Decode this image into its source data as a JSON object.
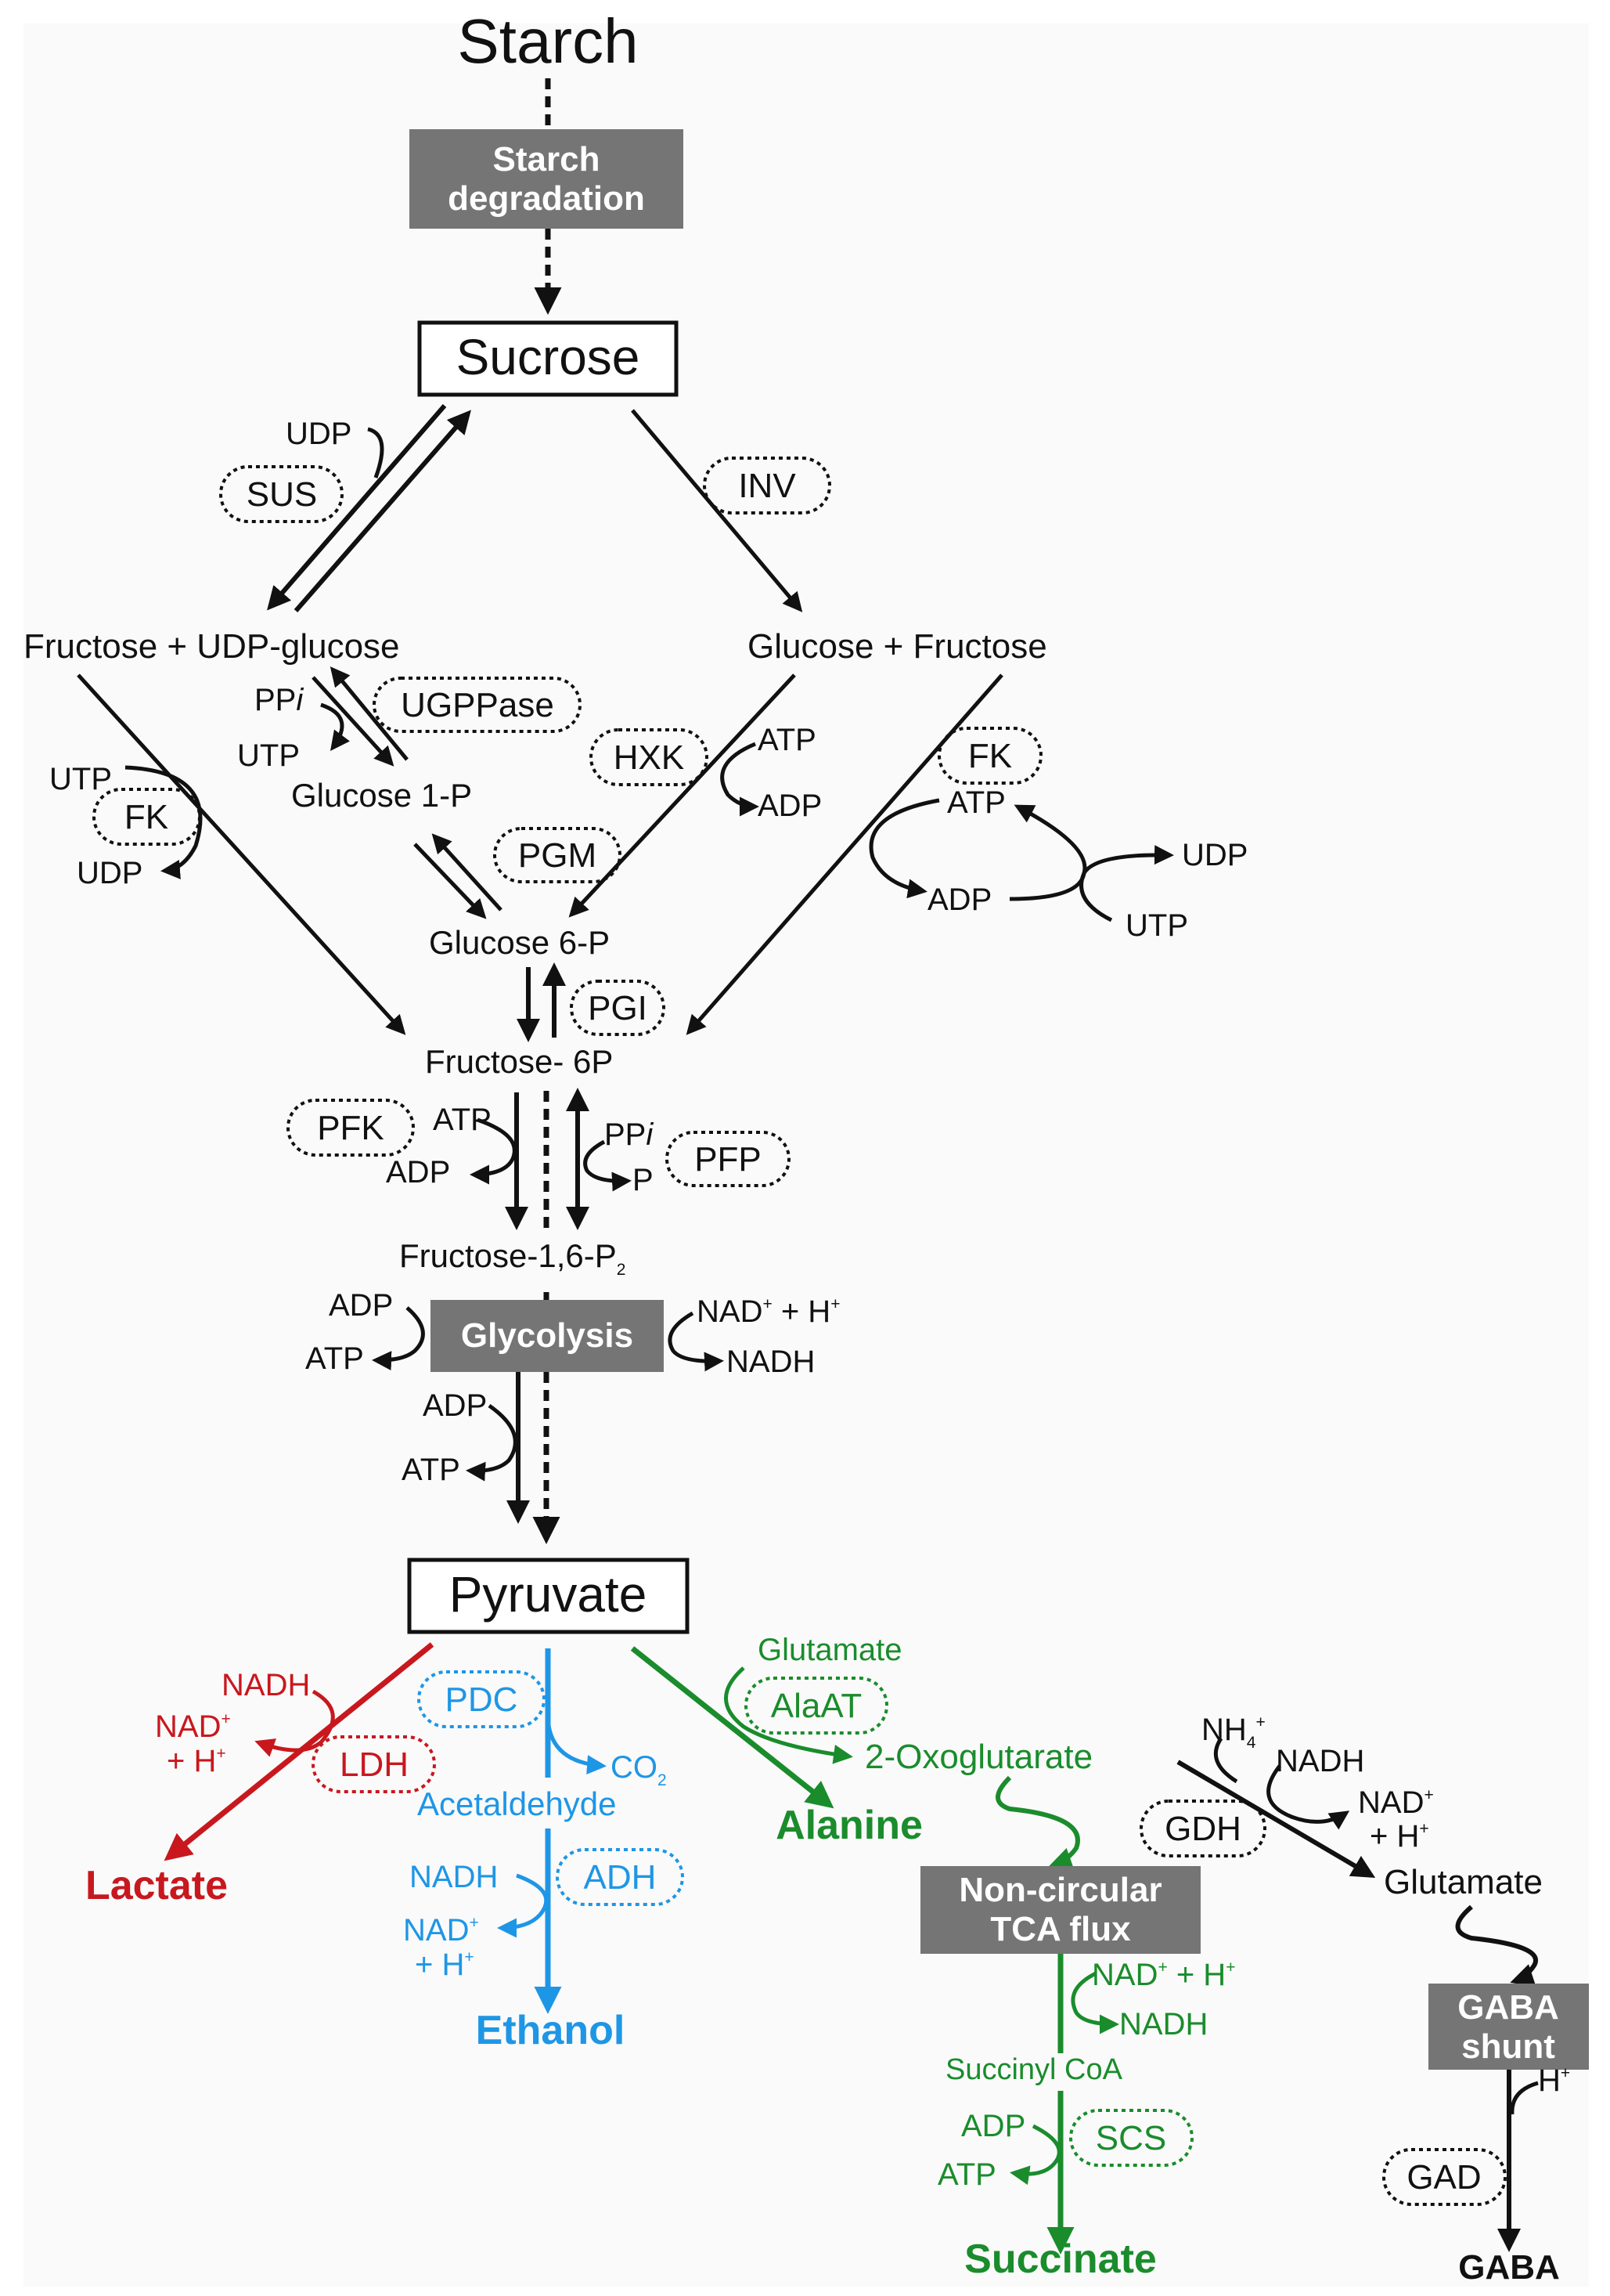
{
  "colors": {
    "black": "#111111",
    "gray_box": "#757575",
    "red": "#c8181e",
    "blue": "#1e96e6",
    "green": "#1a8c2c",
    "background": "#fafafa"
  },
  "metabolites": {
    "starch": "Starch",
    "sucrose": "Sucrose",
    "fructose_udp_glucose": "Fructose + UDP-glucose",
    "glucose_fructose": "Glucose + Fructose",
    "glucose_1p": "Glucose 1-P",
    "glucose_6p": "Glucose 6-P",
    "fructose_6p": "Fructose- 6P",
    "fructose_16p2": "Fructose-1,6-P",
    "fructose_16p2_sub": "2",
    "pyruvate": "Pyruvate",
    "lactate": "Lactate",
    "acetaldehyde": "Acetaldehyde",
    "ethanol": "Ethanol",
    "alanine": "Alanine",
    "oxoglutarate": "2-Oxoglutarate",
    "glutamate_green": "Glutamate",
    "succinyl_coa": "Succinyl CoA",
    "succinate": "Succinate",
    "glutamate": "Glutamate",
    "gaba": "GABA"
  },
  "process_boxes": {
    "starch_degradation": [
      "Starch",
      "degradation"
    ],
    "glycolysis": "Glycolysis",
    "tca": [
      "Non-circular",
      "TCA flux"
    ],
    "gaba_shunt": [
      "GABA",
      "shunt"
    ]
  },
  "enzymes": {
    "sus": "SUS",
    "inv": "INV",
    "ugppase": "UGPPase",
    "hxk": "HXK",
    "fk_left": "FK",
    "fk_right": "FK",
    "pgm": "PGM",
    "pgi": "PGI",
    "pfk": "PFK",
    "pfp": "PFP",
    "pdc": "PDC",
    "ldh": "LDH",
    "alaat": "AlaAT",
    "adh": "ADH",
    "gdh": "GDH",
    "scs": "SCS",
    "gad": "GAD"
  },
  "cofactors": {
    "udp_sus": "UDP",
    "ppi_ugp": "PP",
    "ppi_ugp_i": "i",
    "utp_ugp": "UTP",
    "utp_fk": "UTP",
    "udp_fk": "UDP",
    "atp_hxk": "ATP",
    "adp_hxk": "ADP",
    "atp_fk2": "ATP",
    "adp_fk2": "ADP",
    "udp_fk2": "UDP",
    "utp_fk2": "UTP",
    "atp_pfk": "ATP",
    "adp_pfk": "ADP",
    "ppi_pfp": "PP",
    "ppi_pfp_i": "i",
    "p_pfp": "P",
    "adp_gly1": "ADP",
    "atp_gly1": "ATP",
    "nad_gly": "NAD",
    "nad_gly_plus": "+",
    "nad_gly_h": " + H",
    "nad_gly_hplus": "+",
    "nadh_gly": "NADH",
    "adp_gly2": "ADP",
    "atp_gly2": "ATP",
    "nadh_ldh": "NADH",
    "nad_ldh": "NAD",
    "nad_ldh_plus": "+",
    "h_ldh": "+ H",
    "h_ldh_plus": "+",
    "co2": "CO",
    "co2_sub": "2",
    "nadh_adh": "NADH",
    "nad_adh": "NAD",
    "nad_adh_plus": "+",
    "h_adh": "+ H",
    "h_adh_plus": "+",
    "nh4": "NH",
    "nh4_sub": "4",
    "nh4_plus": "+",
    "nadh_gdh": "NADH",
    "nad_gdh": "NAD",
    "nad_gdh_plus": "+",
    "h_gdh": "+ H",
    "h_gdh_plus": "+",
    "nad_tca": "NAD",
    "nad_tca_plus": "+",
    "nad_tca_h": " + H",
    "nad_tca_hplus": "+",
    "nadh_tca": "NADH",
    "adp_scs": "ADP",
    "atp_scs": "ATP",
    "h_gad": "H",
    "h_gad_plus": "+"
  }
}
